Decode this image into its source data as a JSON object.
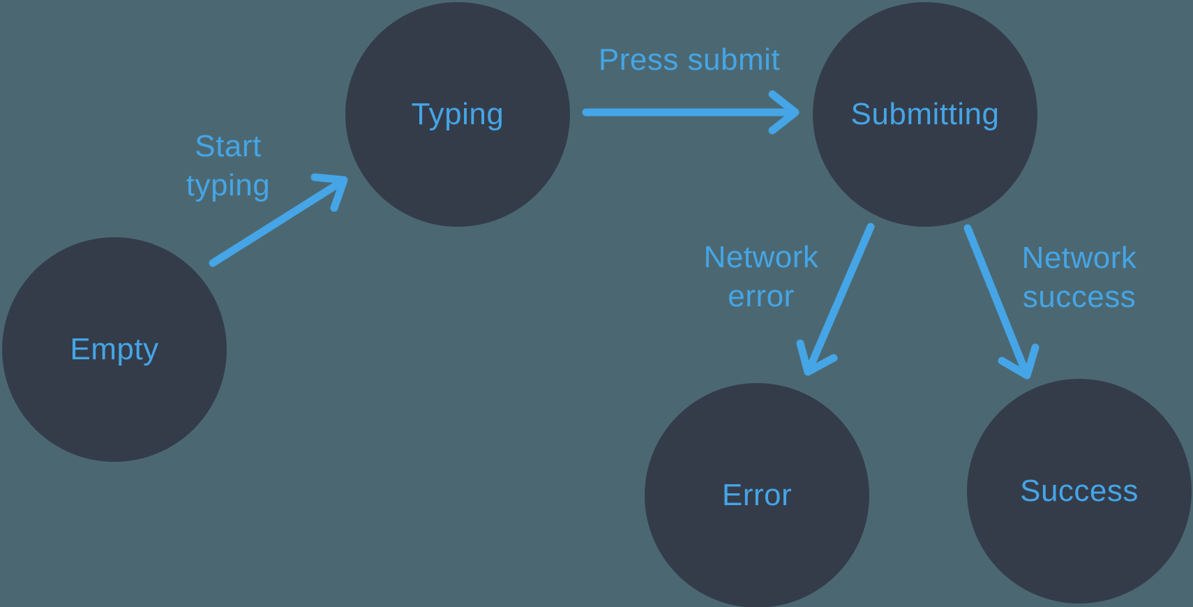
{
  "diagram": {
    "type": "state-machine",
    "colors": {
      "background": "#4B6872",
      "node_fill": "#343C4A",
      "accent_blue": "#45A5E6"
    },
    "nodes": [
      {
        "id": "empty",
        "label": "Empty"
      },
      {
        "id": "typing",
        "label": "Typing"
      },
      {
        "id": "submitting",
        "label": "Submitting"
      },
      {
        "id": "error",
        "label": "Error"
      },
      {
        "id": "success",
        "label": "Success"
      }
    ],
    "edges": [
      {
        "from": "empty",
        "to": "typing",
        "label": "Start\ntyping"
      },
      {
        "from": "typing",
        "to": "submitting",
        "label": "Press submit"
      },
      {
        "from": "submitting",
        "to": "error",
        "label": "Network\nerror"
      },
      {
        "from": "submitting",
        "to": "success",
        "label": "Network\nsuccess"
      }
    ]
  }
}
